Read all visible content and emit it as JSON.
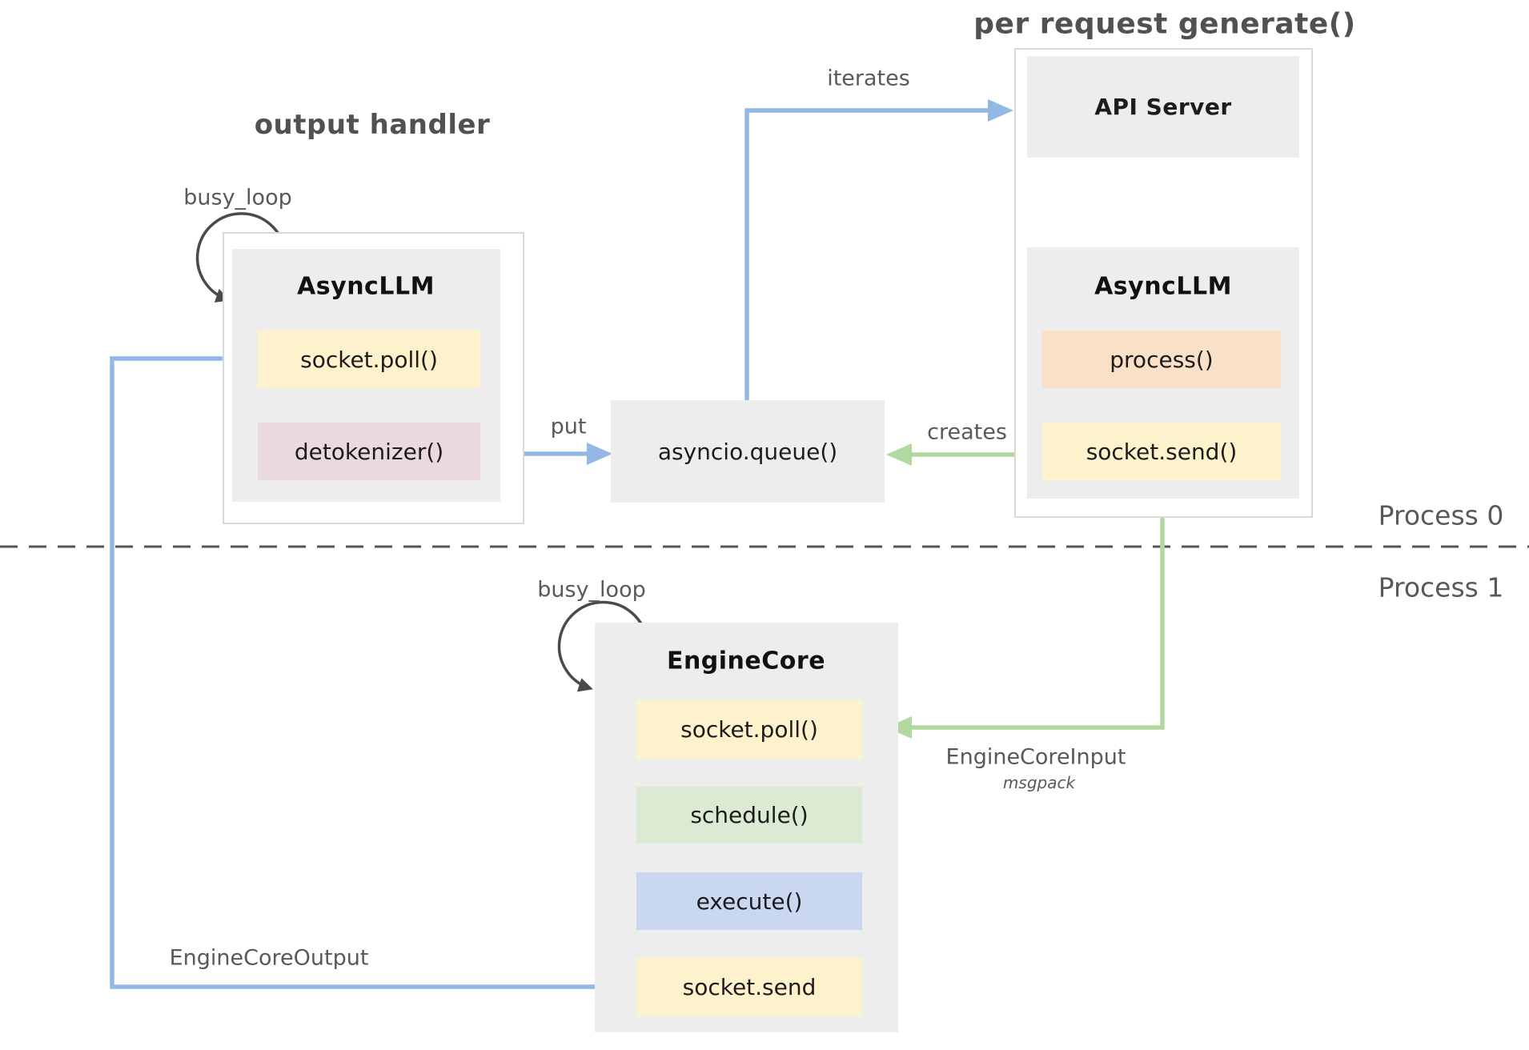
{
  "colors": {
    "box_gray": "#ededee",
    "box_yellow": "#fdf2cc",
    "box_pink": "#ead9e0",
    "box_orange": "#f9e0c6",
    "box_green": "#dcead3",
    "box_blue": "#c9d8f0",
    "arrow_blue": "#94b8e5",
    "arrow_green": "#b2d8a2",
    "label_gray": "#595959",
    "border_gray": "#d9d9d9",
    "loop_dark": "#4a4a4a"
  },
  "titles": {
    "output_handler": "output handler",
    "per_request_generate": "per request generate()"
  },
  "process_labels": {
    "process0": "Process 0",
    "process1": "Process 1"
  },
  "output_handler_group": {
    "busy_loop": "busy_loop",
    "title": "AsyncLLM",
    "socket_poll": "socket.poll()",
    "detokenizer": "detokenizer()"
  },
  "queue_node": {
    "label": "asyncio.queue()"
  },
  "generate_group": {
    "api_server": "API Server",
    "async_llm": "AsyncLLM",
    "process": "process()",
    "socket_send": "socket.send()"
  },
  "engine_core_group": {
    "busy_loop": "busy_loop",
    "title": "EngineCore",
    "socket_poll": "socket.poll()",
    "schedule": "schedule()",
    "execute": "execute()",
    "socket_send": "socket.send"
  },
  "edge_labels": {
    "iterates": "iterates",
    "put": "put",
    "creates": "creates",
    "engine_core_input": "EngineCoreInput",
    "engine_core_input_format": "msgpack",
    "engine_core_output": "EngineCoreOutput"
  }
}
